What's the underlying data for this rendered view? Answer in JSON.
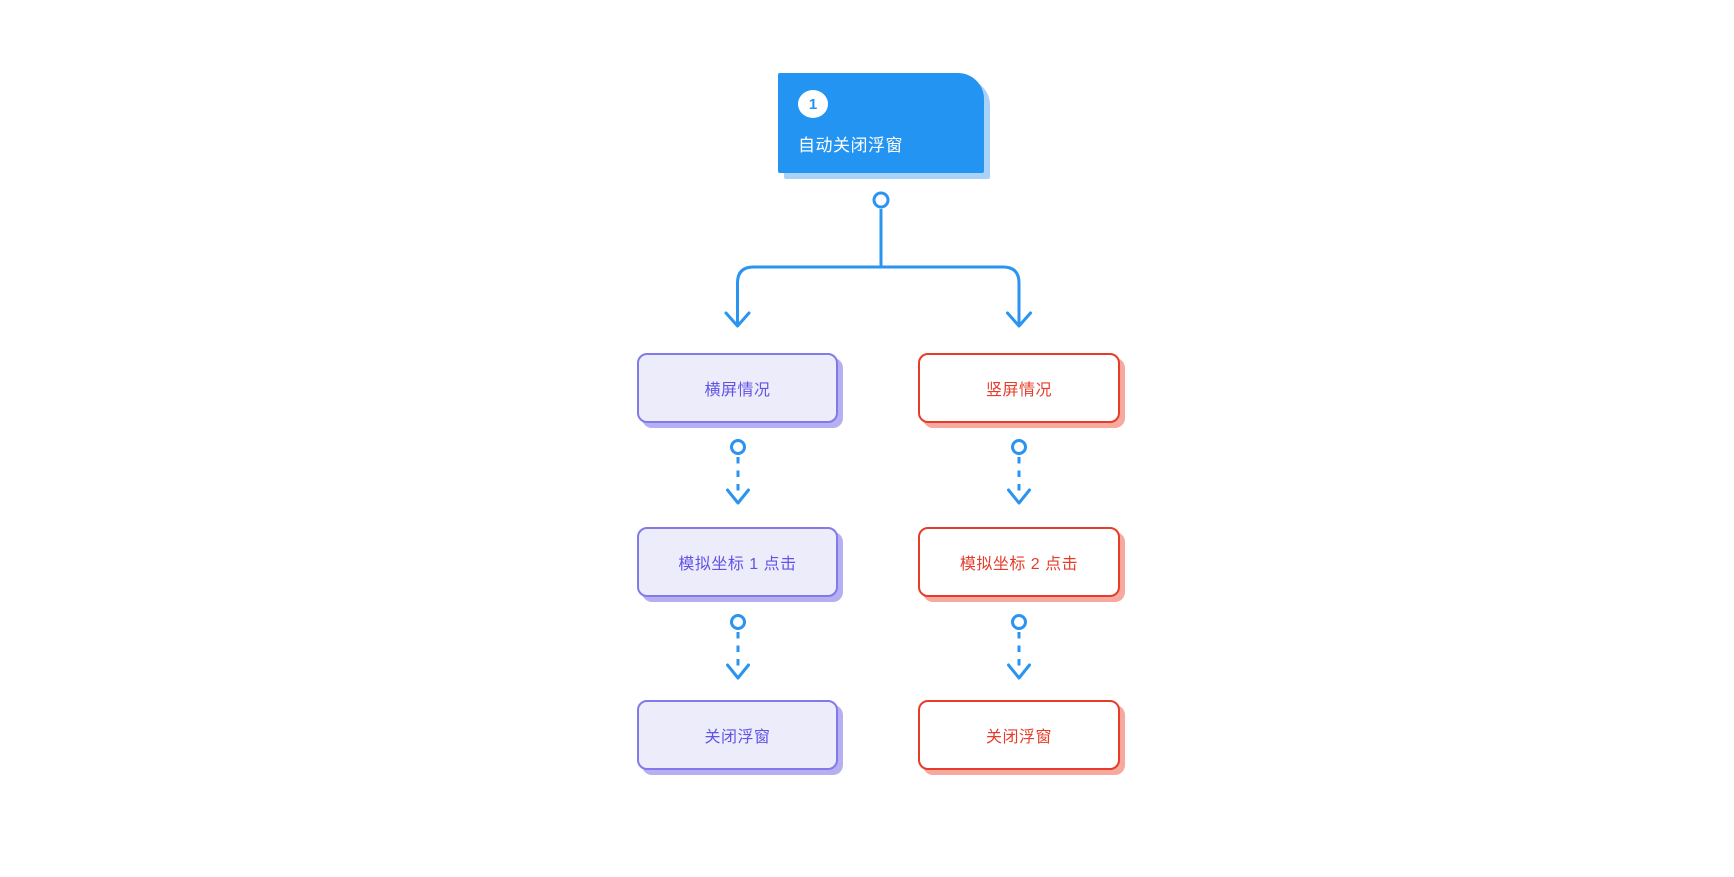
{
  "diagram": {
    "root": {
      "badge": "1",
      "title": "自动关闭浮窗"
    },
    "branches": {
      "left": {
        "theme": "purple",
        "nodes": [
          "横屏情况",
          "模拟坐标 1 点击",
          "关闭浮窗"
        ]
      },
      "right": {
        "theme": "red",
        "nodes": [
          "竖屏情况",
          "模拟坐标 2 点击",
          "关闭浮窗"
        ]
      }
    },
    "connectors": {
      "style": "start-ring, open-chevron arrowhead",
      "root_to_branches": "solid",
      "between_nodes": "dashed"
    },
    "colors": {
      "background": "#ffffff",
      "root_fill": "#2494f2",
      "root_shadow": "#a8d2f8",
      "connector_blue": "#2b93f0",
      "purple_border": "#837ae9",
      "purple_fill": "#edecfb",
      "purple_text": "#6153e6",
      "purple_shadow": "#b6aff1",
      "red_border": "#e63d2b",
      "red_text": "#e63d2b",
      "red_fill": "#ffffff",
      "red_shadow": "#f7a89f"
    }
  }
}
